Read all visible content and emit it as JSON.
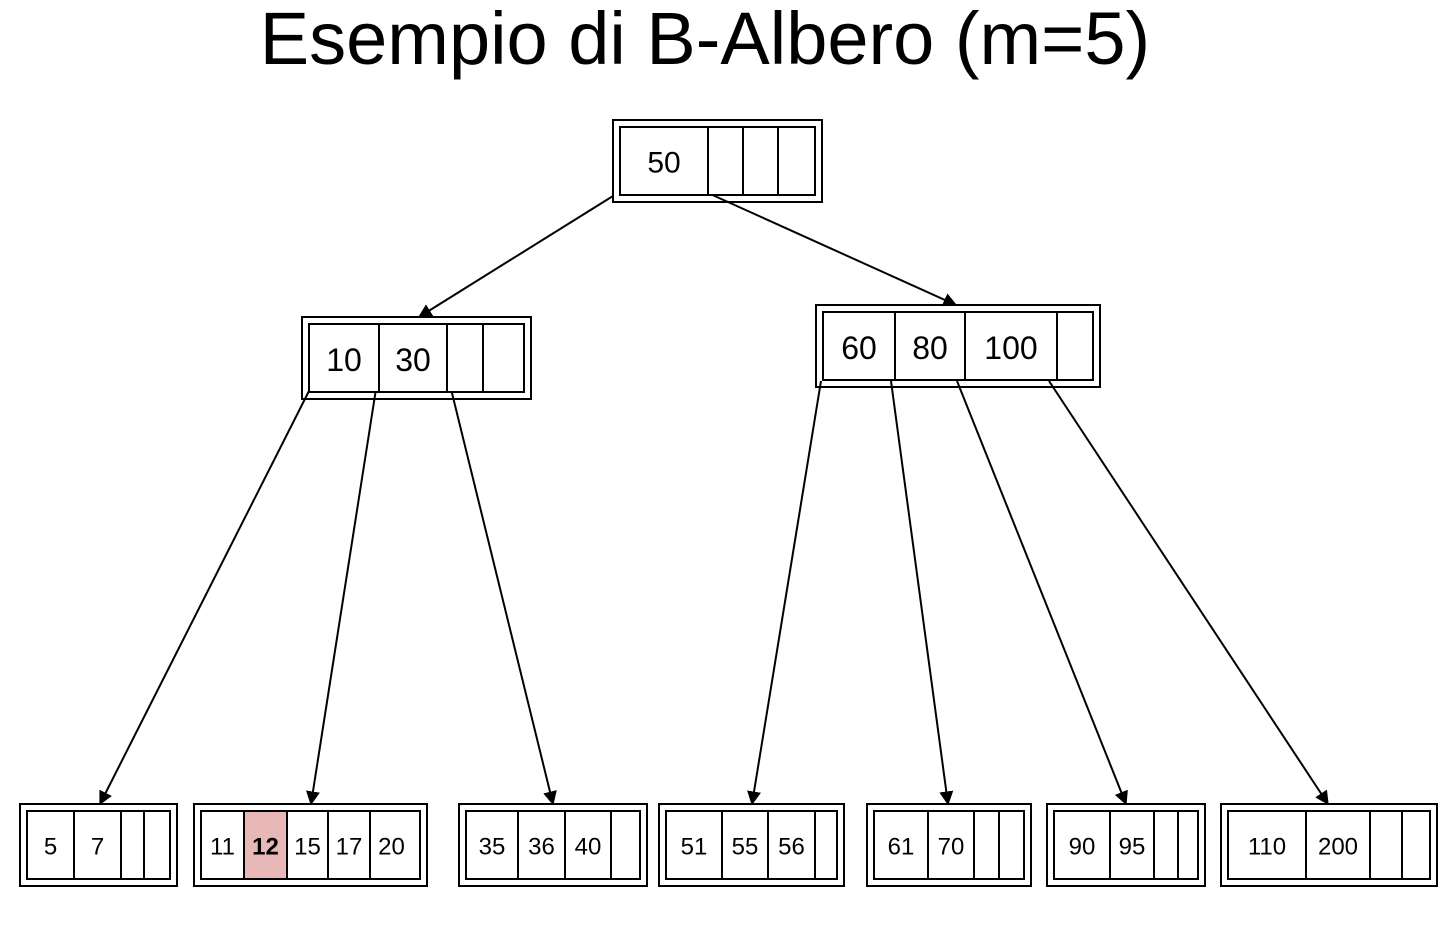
{
  "title": "Esempio di B-Albero (m=5)",
  "highlight_color": "#e8b7b7",
  "nodes": [
    {
      "id": "root",
      "keys": [
        "50",
        "",
        "",
        ""
      ]
    },
    {
      "id": "internal-left",
      "keys": [
        "10",
        "30",
        "",
        ""
      ]
    },
    {
      "id": "internal-right",
      "keys": [
        "60",
        "80",
        "100",
        ""
      ]
    },
    {
      "id": "leaf-1",
      "keys": [
        "5",
        "7",
        "",
        ""
      ]
    },
    {
      "id": "leaf-2",
      "keys": [
        "11",
        "12",
        "15",
        "17",
        "20"
      ],
      "highlighted_key": "12"
    },
    {
      "id": "leaf-3",
      "keys": [
        "35",
        "36",
        "40",
        ""
      ]
    },
    {
      "id": "leaf-4",
      "keys": [
        "51",
        "55",
        "56",
        ""
      ]
    },
    {
      "id": "leaf-5",
      "keys": [
        "61",
        "70",
        "",
        ""
      ]
    },
    {
      "id": "leaf-6",
      "keys": [
        "90",
        "95",
        "",
        ""
      ]
    },
    {
      "id": "leaf-7",
      "keys": [
        "110",
        "200",
        "",
        ""
      ]
    }
  ],
  "edges": [
    [
      "root",
      "internal-left"
    ],
    [
      "root",
      "internal-right"
    ],
    [
      "internal-left",
      "leaf-1"
    ],
    [
      "internal-left",
      "leaf-2"
    ],
    [
      "internal-left",
      "leaf-3"
    ],
    [
      "internal-right",
      "leaf-4"
    ],
    [
      "internal-right",
      "leaf-5"
    ],
    [
      "internal-right",
      "leaf-6"
    ],
    [
      "internal-right",
      "leaf-7"
    ]
  ]
}
